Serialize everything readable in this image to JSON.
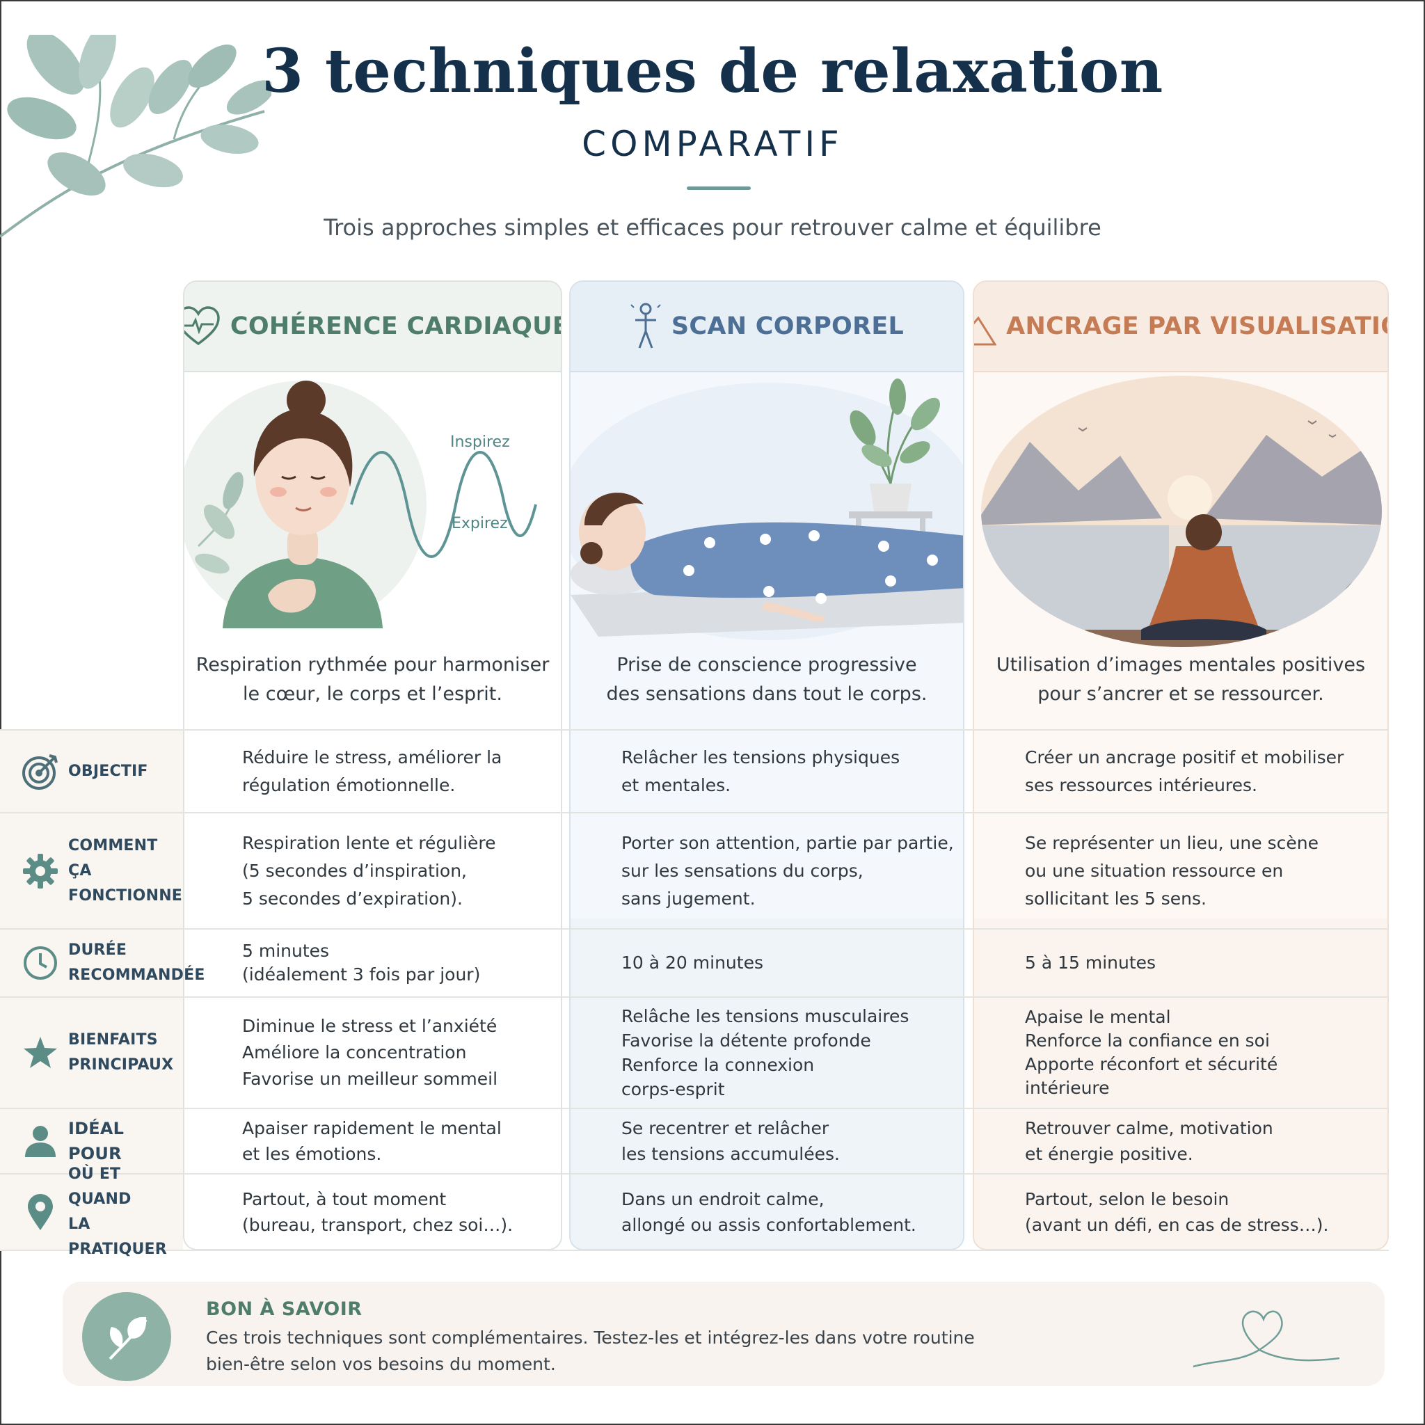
{
  "header": {
    "title": "3 techniques de relaxation",
    "subtitle": "COMPARATIF",
    "tagline": "Trois approches simples et efficaces pour retrouver calme et équilibre"
  },
  "colors": {
    "navy": "#15304b",
    "sage": "#4f7d6c",
    "blue": "#4d6f95",
    "terracotta": "#c57c55"
  },
  "techniques": [
    {
      "title": "COHÉRENCE CARDIAQUE",
      "icon": "heart-pulse-icon",
      "description": "Respiration rythmée pour harmoniser\nle cœur, le corps et l’esprit.",
      "wave_labels": {
        "inhale": "Inspirez",
        "exhale": "Expirez"
      }
    },
    {
      "title": "SCAN CORPOREL",
      "icon": "body-scan-icon",
      "description": "Prise de conscience progressive\ndes sensations dans tout le corps."
    },
    {
      "title": "ANCRAGE PAR VISUALISATION",
      "icon": "mountain-icon",
      "description": "Utilisation d’images mentales positives\npour s’ancrer et se ressourcer."
    }
  ],
  "rows": [
    {
      "label": "OBJECTIF",
      "icon": "target-icon",
      "values": [
        "Réduire le stress, améliorer la\nrégulation émotionnelle.",
        "Relâcher les tensions physiques\net mentales.",
        "Créer un ancrage positif et mobiliser\nses ressources intérieures."
      ]
    },
    {
      "label": "COMMENT ÇA\nFONCTIONNE",
      "icon": "gear-icon",
      "values": [
        "Respiration lente et régulière\n(5 secondes d’inspiration,\n5 secondes d’expiration).",
        "Porter son attention, partie par partie,\nsur les sensations du corps,\nsans jugement.",
        "Se représenter un lieu, une scène\nou une situation ressource en\nsollicitant les 5 sens."
      ]
    },
    {
      "label": "DURÉE\nRECOMMANDÉE",
      "icon": "clock-icon",
      "values": [
        "5 minutes\n(idéalement 3 fois par jour)",
        "10 à 20 minutes",
        "5 à 15 minutes"
      ]
    },
    {
      "label": "BIENFAITS\nPRINCIPAUX",
      "icon": "star-icon",
      "values": [
        "Diminue le stress et l’anxiété\nAméliore la concentration\nFavorise un meilleur sommeil",
        "Relâche les tensions musculaires\nFavorise la détente profonde\nRenforce la connexion\ncorps-esprit",
        "Apaise le mental\nRenforce la confiance en soi\nApporte réconfort et sécurité\nintérieure"
      ]
    },
    {
      "label": "IDÉAL POUR",
      "icon": "person-icon",
      "values": [
        "Apaiser rapidement le mental\net les émotions.",
        "Se recentrer et relâcher\nles tensions accumulées.",
        "Retrouver calme, motivation\net énergie positive."
      ]
    },
    {
      "label": "OÙ ET QUAND\nLA PRATIQUER",
      "icon": "location-pin-icon",
      "values": [
        "Partout, à tout moment\n(bureau, transport, chez soi…).",
        "Dans un endroit calme,\nallongé ou assis confortablement.",
        "Partout, selon le besoin\n(avant un défi, en cas de stress…)."
      ]
    }
  ],
  "footer": {
    "title": "BON À SAVOIR",
    "text": "Ces trois techniques sont complémentaires. Testez-les et intégrez-les dans votre routine bien-être selon vos besoins du moment.",
    "icon": "leaf-icon",
    "decor": "heart-line-icon"
  }
}
